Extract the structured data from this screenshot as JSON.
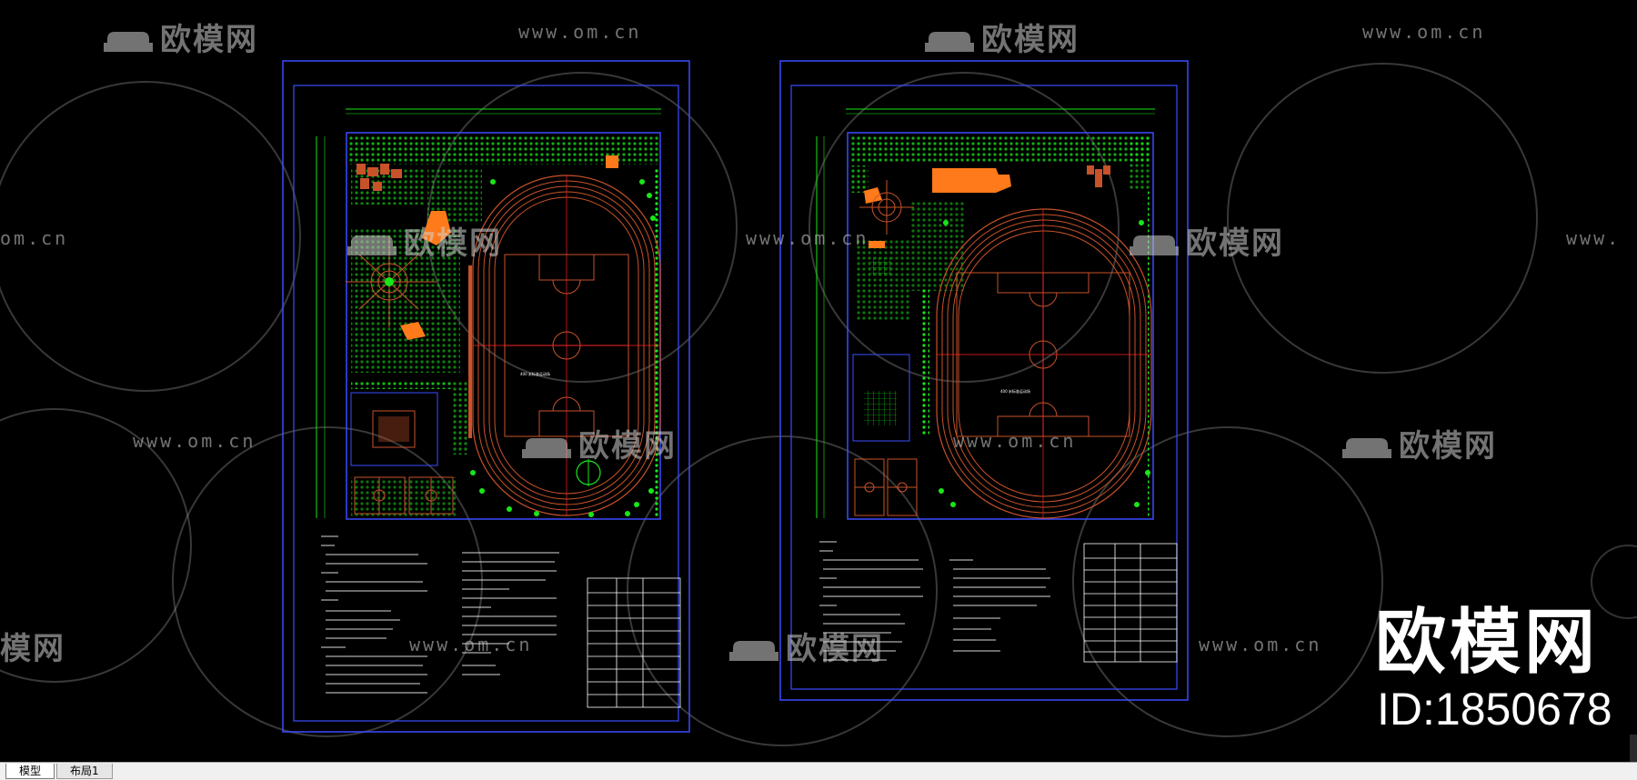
{
  "watermarks": {
    "url": "www.om.cn",
    "brand": "欧模网",
    "brand_partial_left": "模网",
    "url_partial_left": "om.cn",
    "url_partial_right": "www."
  },
  "brand_big": {
    "name": "欧模网",
    "id_label": "ID:1850678"
  },
  "drawing": {
    "sheet1_field_label": "400   米标准运动场",
    "sheet2_field_label": "400   米标准运动场"
  },
  "tabs": {
    "model": "模型",
    "layout1": "布局1"
  },
  "colors": {
    "background": "#000000",
    "frame_blue": "#3a4cff",
    "plant_green": "#19e619",
    "track_red": "#c8522a",
    "building_orange": "#ff7a1a",
    "text_white": "#ffffff",
    "watermark_gray": "#d2d2d2"
  }
}
